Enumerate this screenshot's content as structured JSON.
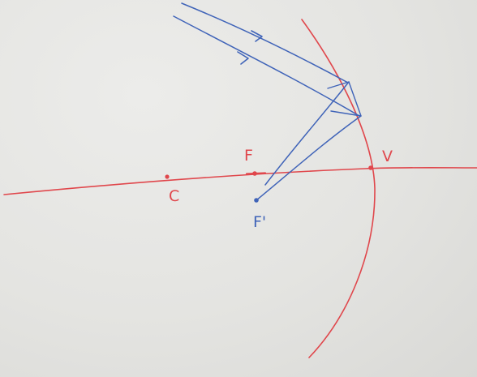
{
  "colors": {
    "background": "#e6e6e3",
    "red_marker": "#e0474c",
    "blue_marker": "#3f63b8"
  },
  "labels": {
    "center": "C",
    "focus": "F",
    "vertex": "V",
    "image_focus": "F'"
  }
}
